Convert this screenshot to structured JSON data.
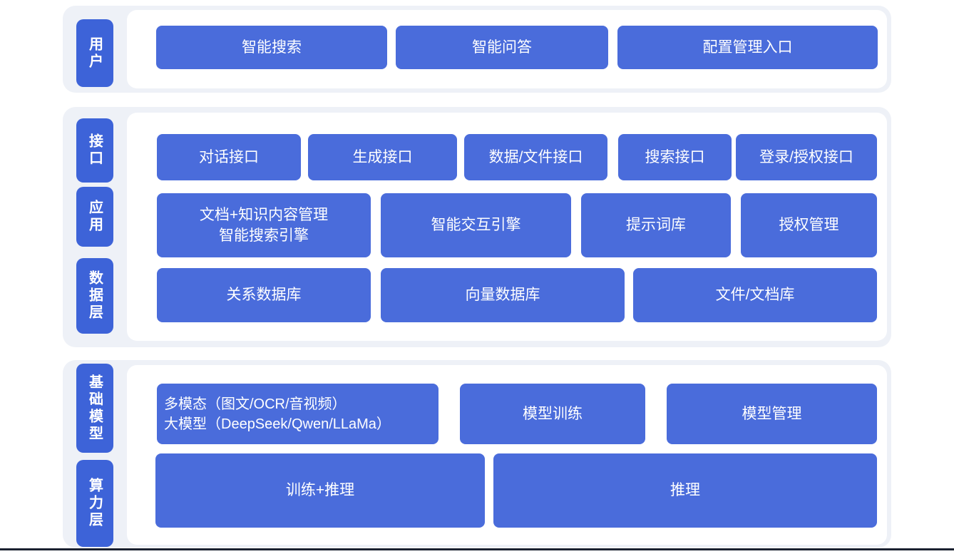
{
  "colors": {
    "page-bg": "#ffffff",
    "panel-bg": "#eef1f7",
    "inner-bg": "#ffffff",
    "tab-blue": "#3d63d8",
    "block-blue": "#4a6cdb",
    "text-white": "#ffffff",
    "footer-line": "#1b2130"
  },
  "architecture": {
    "user_layer": {
      "tab": "用户",
      "blocks": [
        "智能搜索",
        "智能问答",
        "配置管理入口"
      ]
    },
    "middle": {
      "tabs": [
        "接口",
        "应用",
        "数据层"
      ],
      "interface_row": [
        "对话接口",
        "生成接口",
        "数据/文件接口",
        "搜索接口",
        "登录/授权接口"
      ],
      "application_row": [
        "文档+知识内容管理\n智能搜索引擎",
        "智能交互引擎",
        "提示词库",
        "授权管理"
      ],
      "data_row": [
        "关系数据库",
        "向量数据库",
        "文件/文档库"
      ]
    },
    "foundation": {
      "tabs": [
        "基础模型",
        "算力层"
      ],
      "model_row": [
        "多模态（图文/OCR/音视频）\n大模型（DeepSeek/Qwen/LLaMa）",
        "模型训练",
        "模型管理"
      ],
      "compute_row": [
        "训练+推理",
        "推理"
      ]
    }
  }
}
